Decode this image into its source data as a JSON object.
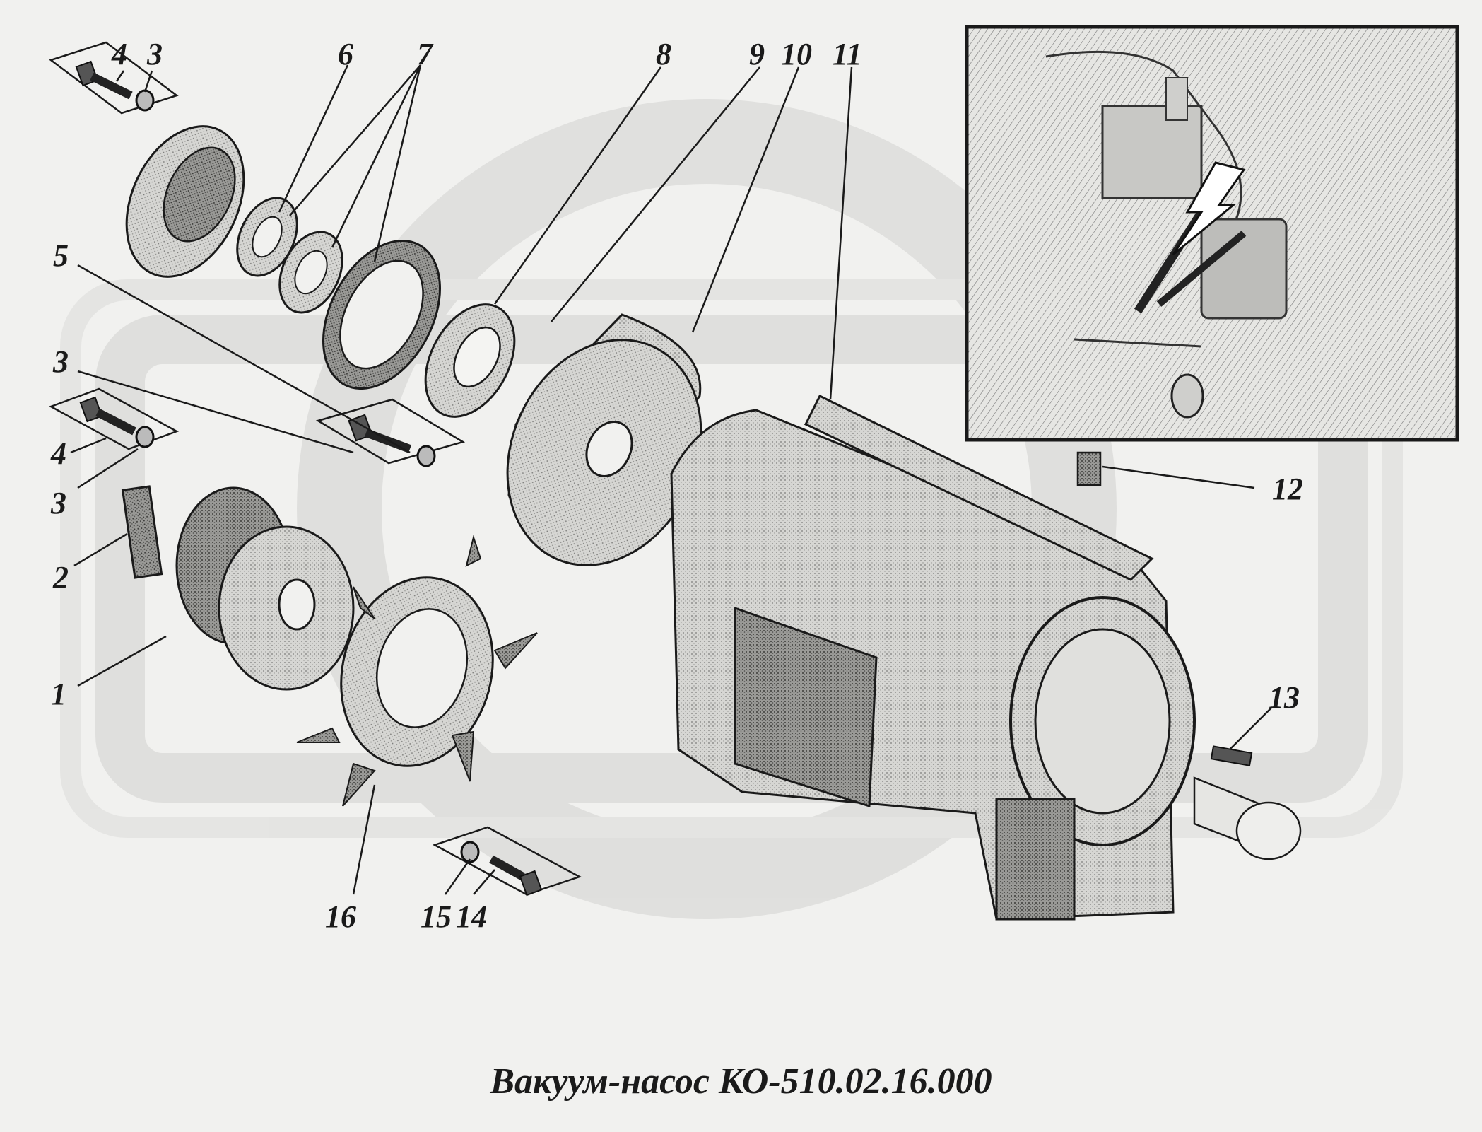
{
  "caption": "Вакуум-насос КО-510.02.16.000",
  "callouts": [
    {
      "id": "c4a",
      "text": "4"
    },
    {
      "id": "c3a",
      "text": "3"
    },
    {
      "id": "c6",
      "text": "6"
    },
    {
      "id": "c7",
      "text": "7"
    },
    {
      "id": "c8",
      "text": "8"
    },
    {
      "id": "c9",
      "text": "9"
    },
    {
      "id": "c10",
      "text": "10"
    },
    {
      "id": "c11",
      "text": "11"
    },
    {
      "id": "c5",
      "text": "5"
    },
    {
      "id": "c3b",
      "text": "3"
    },
    {
      "id": "c4b",
      "text": "4"
    },
    {
      "id": "c3c",
      "text": "3"
    },
    {
      "id": "c2",
      "text": "2"
    },
    {
      "id": "c1",
      "text": "1"
    },
    {
      "id": "c12",
      "text": "12"
    },
    {
      "id": "c13",
      "text": "13"
    },
    {
      "id": "c16",
      "text": "16"
    },
    {
      "id": "c15",
      "text": "15"
    },
    {
      "id": "c14",
      "text": "14"
    }
  ],
  "colors": {
    "ink": "#1a1a1a",
    "paper": "#f1f1ef",
    "watermark": "#d4d4d2",
    "part_fill": "#cfcfcc",
    "dark_fill": "#8a8a86"
  }
}
